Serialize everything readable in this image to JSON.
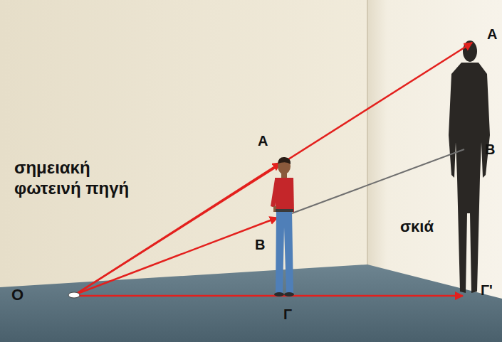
{
  "diagram": {
    "labels": [
      "σημειακή φωτεινή πηγή",
      "A",
      "B",
      "Γ",
      "O",
      "σκιά",
      "A",
      "B",
      "Γ'"
    ]
  }
}
